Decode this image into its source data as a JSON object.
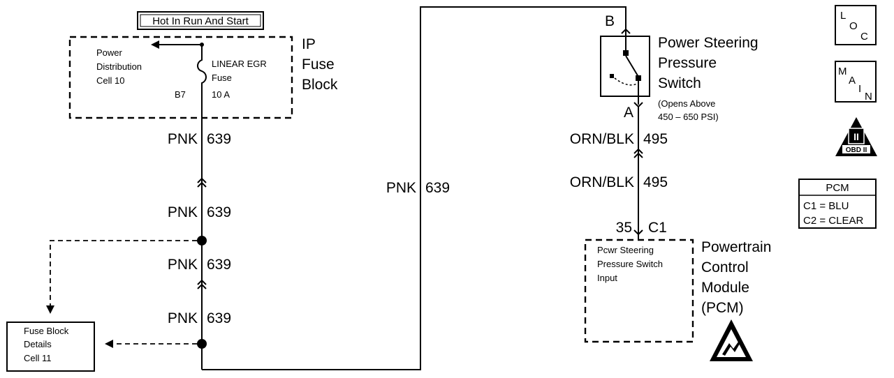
{
  "power_source": {
    "label": "Hot In Run And Start"
  },
  "ip_fuse_block": {
    "title_line1": "IP",
    "title_line2": "Fuse",
    "title_line3": "Block",
    "power_dist_line1": "Power",
    "power_dist_line2": "Distribution",
    "power_dist_line3": "Cell 10",
    "fuse_name_line1": "LINEAR EGR",
    "fuse_name_line2": "Fuse",
    "fuse_rating": "10 A",
    "terminal": "B7"
  },
  "wires": {
    "pnk_color": "PNK",
    "pnk_circuit": "639",
    "orn_color": "ORN/BLK",
    "orn_circuit": "495"
  },
  "fuse_block_details": {
    "line1": "Fuse Block",
    "line2": "Details",
    "line3": "Cell 11"
  },
  "pressure_switch": {
    "pin_top": "B",
    "pin_bottom": "A",
    "title_line1": "Power Steering",
    "title_line2": "Pressure",
    "title_line3": "Switch",
    "note_line1": "(Opens Above",
    "note_line2": "450 – 650 PSI)"
  },
  "pcm": {
    "pin": "35",
    "connector": "C1",
    "input_line1": "Pcwr Steering",
    "input_line2": "Pressure Switch",
    "input_line3": "Input",
    "title_line1": "Powertrain",
    "title_line2": "Control",
    "title_line3": "Module",
    "title_line4": "(PCM)"
  },
  "loc_icon": {
    "letter1": "L",
    "letter2": "O",
    "letter3": "C"
  },
  "main_icon": {
    "letter1": "M",
    "letter2": "A",
    "letter3": "I",
    "letter4": "N"
  },
  "obd_icon": {
    "label": "OBD II",
    "numeral": "II"
  },
  "pcm_legend": {
    "title": "PCM",
    "row1": "C1 = BLU",
    "row2": "C2 = CLEAR"
  }
}
